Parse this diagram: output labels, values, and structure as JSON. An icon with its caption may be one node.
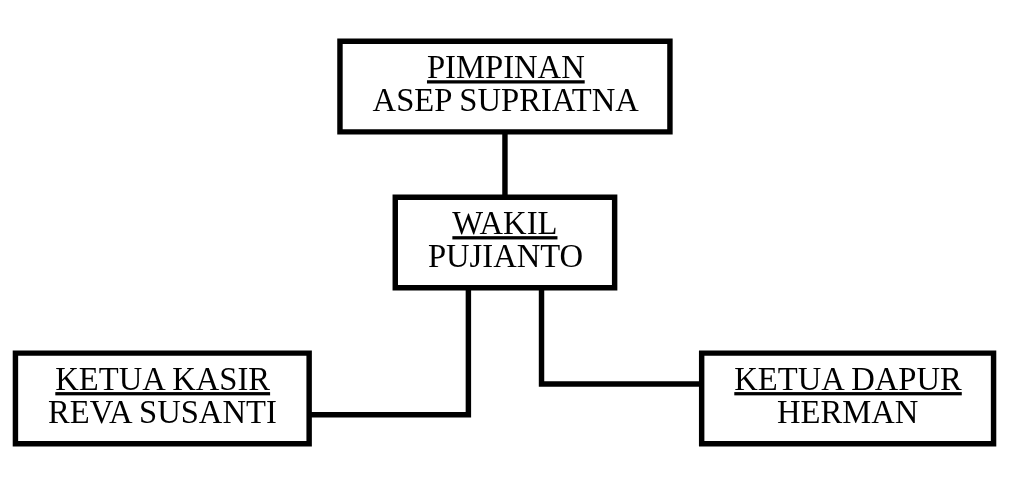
{
  "diagram": {
    "nodes": [
      {
        "text": [
          "PIMPINAN",
          "ASEP SUPRIATNA"
        ]
      },
      {
        "text": [
          "WAKIL",
          "PUJIANTO"
        ]
      },
      {
        "text": [
          "KETUA KASIR",
          "REVA SUSANTI"
        ]
      },
      {
        "text": [
          "KETUA DAPUR",
          "HERMAN"
        ]
      }
    ],
    "edges": [
      {
        "from": 0,
        "to": 1,
        "arrow": "none"
      },
      {
        "from": 1,
        "to": 2,
        "arrow": "none"
      },
      {
        "from": 1,
        "to": 3,
        "arrow": "none"
      }
    ]
  }
}
